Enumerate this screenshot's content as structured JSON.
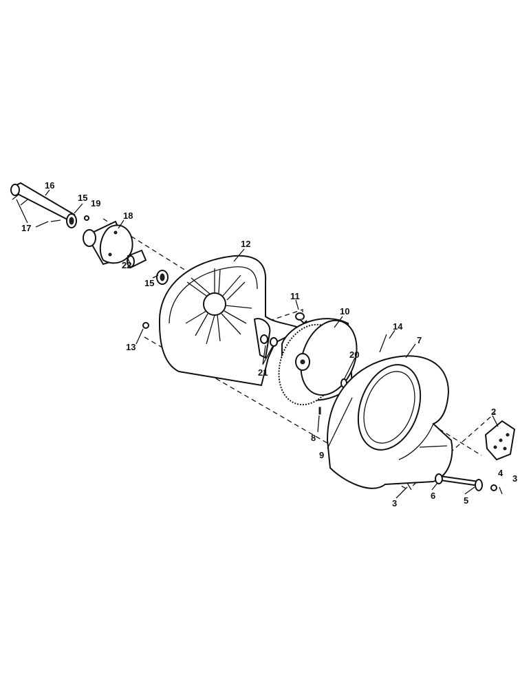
{
  "diagram": {
    "type": "exploded-parts-diagram",
    "callouts": [
      "16",
      "15",
      "19",
      "18",
      "17",
      "22",
      "15",
      "12",
      "11",
      "10",
      "13",
      "14",
      "7",
      "20",
      "21",
      "8",
      "9",
      "2",
      "4",
      "3",
      "6",
      "5",
      "3"
    ]
  }
}
